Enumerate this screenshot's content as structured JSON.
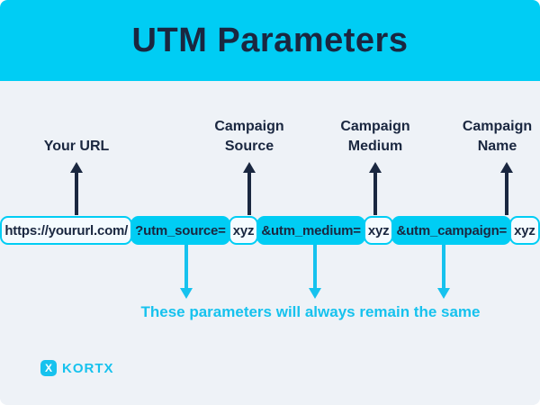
{
  "header": {
    "title": "UTM Parameters"
  },
  "colors": {
    "cyan": "#00CDF4",
    "cyan_deep": "#16C2EE",
    "navy": "#1A2740",
    "background": "#EEF2F7",
    "segment_light_bg": "#F4FBFF"
  },
  "annotations": {
    "top_labels": [
      {
        "label": "Your URL"
      },
      {
        "label": "Campaign\nSource"
      },
      {
        "label": "Campaign\nMedium"
      },
      {
        "label": "Campaign\nName"
      }
    ]
  },
  "url_bar": {
    "full_url": "https://yoururl.com/?utm_source=xyz&utm_medium=xyz&utm_campaign=xyz",
    "segments": [
      {
        "text": "https://yoururl.com/",
        "style": "plain"
      },
      {
        "text": "?utm_source=",
        "style": "highlight"
      },
      {
        "text": "xyz",
        "style": "plain"
      },
      {
        "text": "&utm_medium=",
        "style": "highlight"
      },
      {
        "text": "xyz",
        "style": "plain"
      },
      {
        "text": "&utm_campaign=",
        "style": "highlight"
      },
      {
        "text": "xyz",
        "style": "plain"
      }
    ]
  },
  "footnote": {
    "text": "These parameters will always remain the same"
  },
  "footer": {
    "brand": "KORTX",
    "logo_glyph": "X"
  }
}
